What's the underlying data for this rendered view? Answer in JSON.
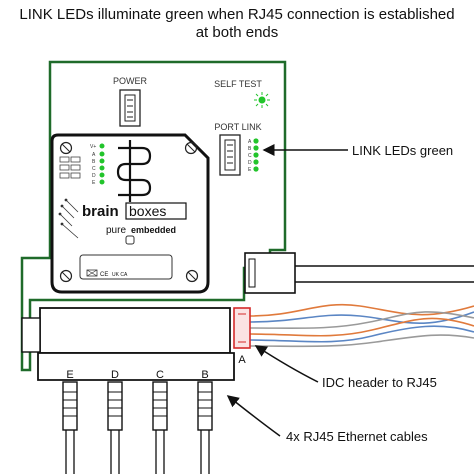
{
  "title": {
    "line1": "LINK LEDs illuminate green when RJ45 connection is established",
    "line2": "at both ends"
  },
  "board": {
    "power_label": "POWER",
    "self_test_label": "SELF TEST",
    "port_link_label": "PORT LINK",
    "port_link_led_letters": [
      "A",
      "B",
      "C",
      "D",
      "E"
    ],
    "module_led_letters": [
      "V+",
      "A",
      "B",
      "C",
      "D",
      "E"
    ]
  },
  "module": {
    "brand_word_1": "brain",
    "brand_word_2": "boxes",
    "tagline_word_1": "pure",
    "tagline_word_2": "embedded",
    "marks": "UK CA"
  },
  "header_label": "A",
  "connectors": [
    "E",
    "D",
    "C",
    "B"
  ],
  "callouts": {
    "link_leds": "LINK LEDs green",
    "idc_header": "IDC header to RJ45",
    "ethernet_cables": "4x RJ45 Ethernet cables"
  },
  "colors": {
    "pcb_outline": "#1f6b2a",
    "led_green": "#22c42b",
    "idc_header": "#d42a2a",
    "wire_orange": "#e07a3c",
    "wire_blue": "#5b86c4",
    "wire_gray": "#9a9a9a"
  }
}
